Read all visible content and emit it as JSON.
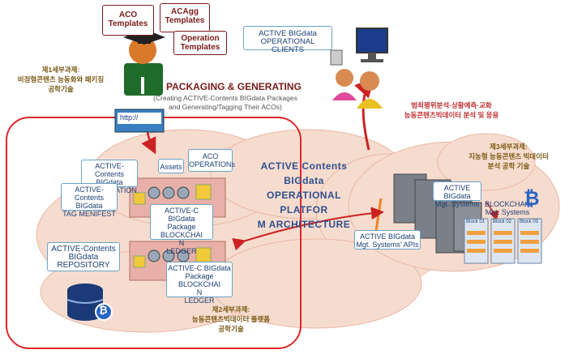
{
  "templates": {
    "aco": "ACO\nTemplates",
    "acagg": "ACAgg\nTemplates",
    "operation": "Operation\nTemplates"
  },
  "packaging": {
    "title": "PACKAGING & GENERATING",
    "subtitle": "(Creating ACTIVE-Contents BIGdata Packages\nand Generating/Tagging Their ACOs)"
  },
  "task1_label": "제1세부과제:\n비정형콘텐츠 능동화와 패키징\n공학기술",
  "task2_label": "제2세부과제:\n능동콘텐츠빅데이터 플랫폼\n공학기술",
  "task3_label": "제3세부과제:\n지능형 능동콘텐츠 빅데이터\n분석 공학 기술",
  "clients_caption": "범죄행위분석·상황예측·교화\n능동콘텐츠빅데이터 분석 및 응용",
  "url_bar": "http://",
  "boxes": {
    "organization": "ACTIVE-Contents\nBIGdata\nORGANIZATION",
    "tag_manifest": "ACTIVE-Contents\nBIGdata\nTAG MENIFEST",
    "assets": "Assets",
    "aco_operations": "ACO\nOPERATIONs",
    "blockchain_ledger_1": "ACTIVE-C BIGdata\nPackage BLOCKCHAI\nN\nLEDGER",
    "blockchain_ledger_2": "ACTIVE-C BIGdata\nPackage BLOCKCHAI\nN\nLEDGER",
    "repository": "ACTIVE-Contents\nBIGdata\nREPOSITORY",
    "clients": "ACTIVE BIGdata\nOPERATIONAL CLIENTS",
    "mgt_systems": "ACTIVE BIGdata\nMgt. Systems",
    "blockchain_mgt": "BLOCKCHAIN\nMgt. Systems",
    "apis": "ACTIVE BIGdata\nMgt. Systems' APIs"
  },
  "platform_title": "ACTIVE Contents BIGdata\nOPERATIONAL PLATFOR\nM ARCHITECTURE",
  "block_labels": [
    "Block 01",
    "Block 02",
    "Block 03"
  ],
  "bitcoin_symbol": "₿"
}
